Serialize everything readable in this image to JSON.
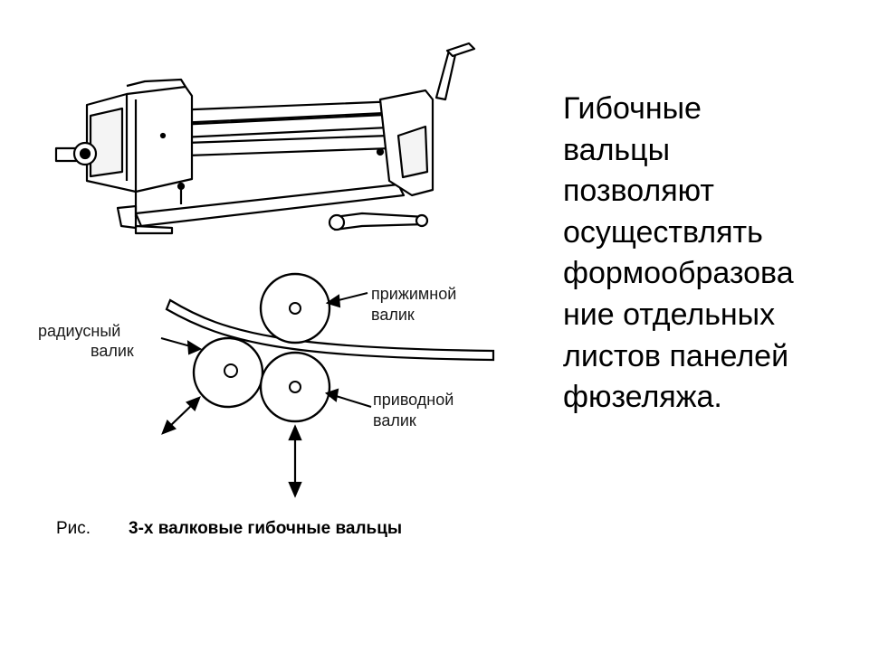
{
  "slide": {
    "body_text": "Гибочные\nвальцы\nпозволяют\nосуществлять\nформообразова\nние отдельных\nлистов панелей\nфюзеляжа.",
    "caption": {
      "prefix": "Рис.",
      "title": "3-х валковые гибочные вальцы"
    }
  },
  "diagram": {
    "labels": {
      "pressure_roller": [
        "прижимной",
        "валик"
      ],
      "radius_roller": [
        "радиусный",
        "валик"
      ],
      "drive_roller": [
        "приводной",
        "валик"
      ]
    }
  }
}
